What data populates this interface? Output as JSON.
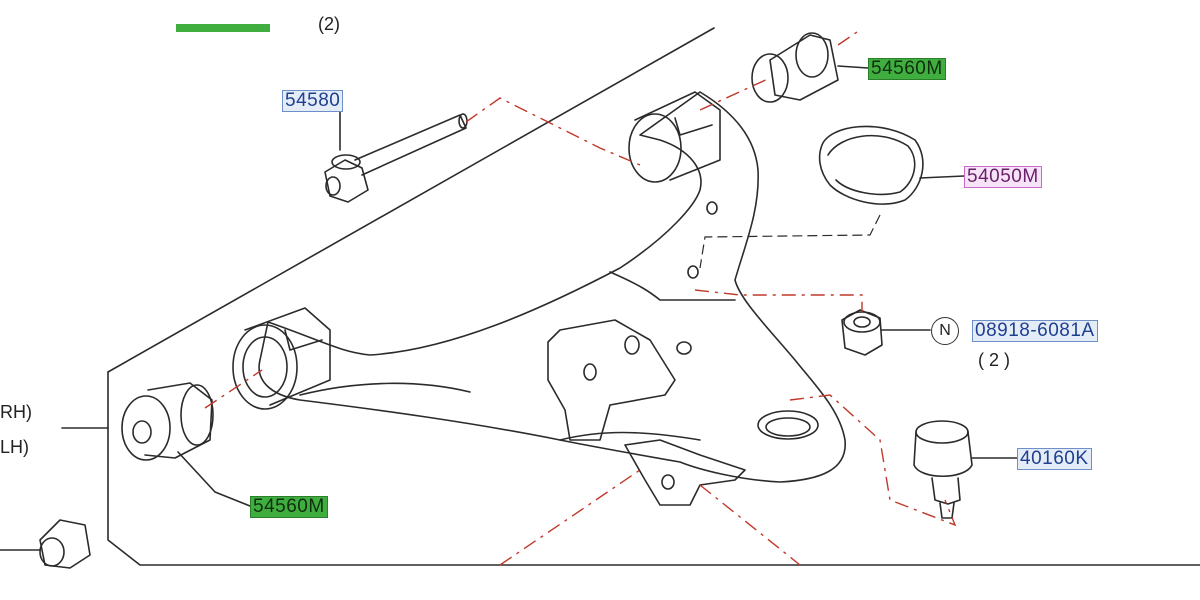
{
  "labels": {
    "bolt": "54580",
    "bushing_top": "54560M",
    "bushing_left": "54560M",
    "cap": "54050M",
    "nut": "08918-6081A",
    "nut_qty": "( 2 )",
    "ball_joint": "40160K",
    "n_marker": "N"
  },
  "side_text": {
    "rh": "RH)",
    "lh": "LH)"
  },
  "top_fragment": "(2)",
  "colors": {
    "line": "#2b2b2b",
    "dash": "#c0392b",
    "callout_blue_bg": "#e4ecf8",
    "callout_green_bg": "#3fae3f",
    "callout_pink_bg": "#f7e3f7"
  }
}
